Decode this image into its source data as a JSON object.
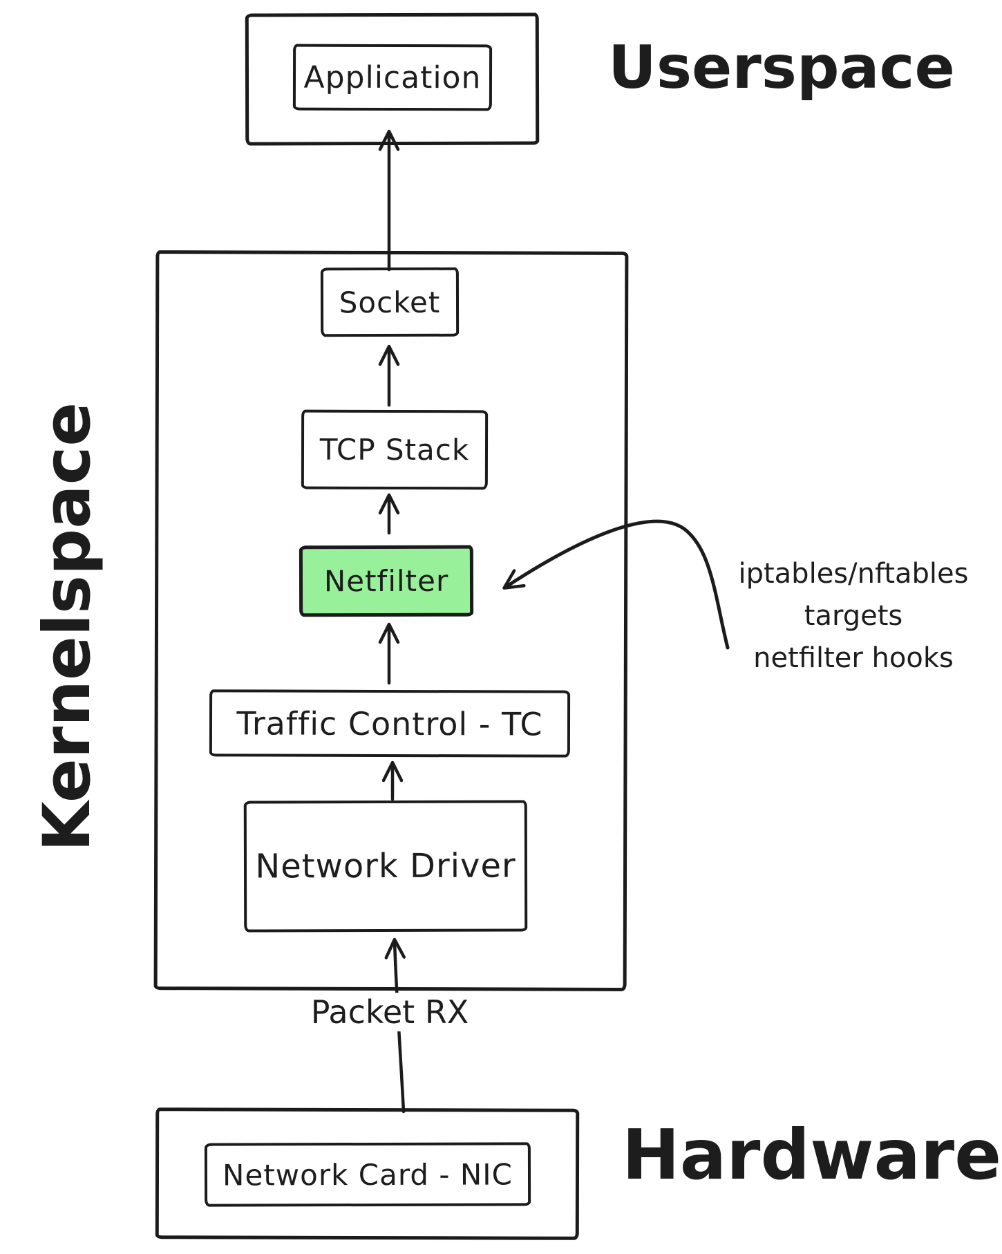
{
  "userspace": {
    "label": "Userspace",
    "application": "Application"
  },
  "kernelspace": {
    "label": "Kernelspace",
    "socket": "Socket",
    "tcp_stack": "TCP Stack",
    "netfilter": "Netfilter",
    "traffic_control": "Traffic Control - TC",
    "network_driver": "Network Driver"
  },
  "hardware": {
    "label": "Hardware",
    "nic": "Network Card - NIC"
  },
  "flow": {
    "packet_rx": "Packet RX"
  },
  "annotation": {
    "line1": "iptables/nftables",
    "line2": "targets",
    "line3": "netfilter hooks"
  },
  "colors": {
    "netfilter_fill": "#98f09a",
    "stroke": "#1b1b1b",
    "background": "#ffffff"
  }
}
